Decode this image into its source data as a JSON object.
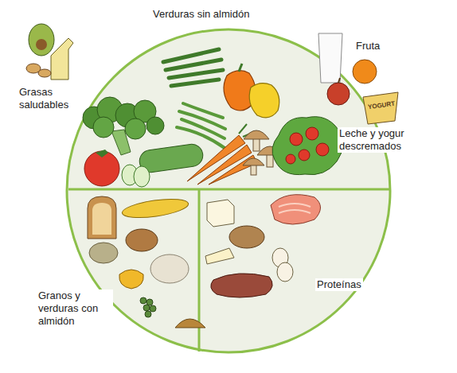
{
  "diagram": {
    "labels": [
      "Verduras sin almidón",
      "Grasas saludables",
      "Fruta",
      "Leche y yogur descremados",
      "Granos y verduras con almidón",
      "Proteínas",
      "YOGURT"
    ]
  }
}
